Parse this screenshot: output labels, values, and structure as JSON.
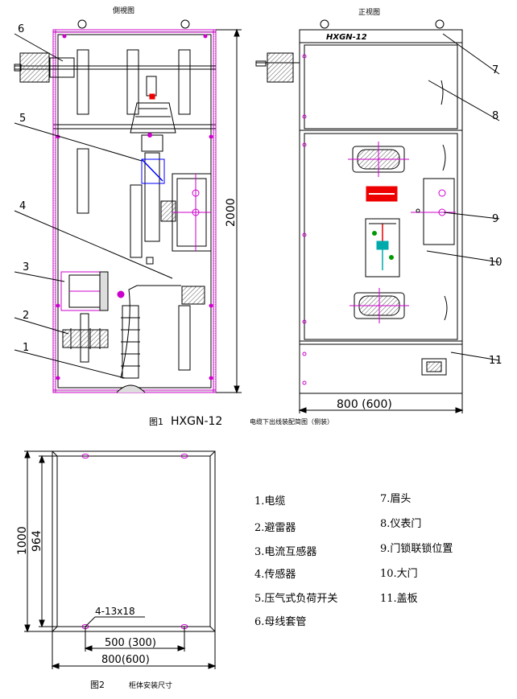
{
  "views": {
    "side_title": "側視图",
    "front_title": "正视图"
  },
  "dimensions": {
    "height": "2000",
    "cabinet_width": "800 (600)",
    "depth_outer": "1000",
    "depth_inner": "964",
    "hole_spec": "4-13x18",
    "hole_spacing": "500 (300)",
    "base_width": "800(600)"
  },
  "nameplate": "HXGN-12",
  "callouts": [
    "1",
    "2",
    "3",
    "4",
    "5",
    "6",
    "7",
    "8",
    "9",
    "10",
    "11"
  ],
  "captions": {
    "fig1_label": "图1",
    "fig1_model": "HXGN-12",
    "fig1_desc": "电缆下出线装配简图（侧装）",
    "fig2_label": "图2",
    "fig2_desc": "柜体安装尺寸"
  },
  "legend": {
    "left": [
      "1.电缆",
      "2.避雷器",
      "3.电流互感器",
      "4.传感器",
      "5.压气式负荷开关",
      "6.母线套管"
    ],
    "right": [
      "7.眉头",
      "8.仪表门",
      "9.门锁联锁位置",
      "10.大门",
      "11.盖板"
    ]
  },
  "colors": {
    "line": "#000000",
    "magenta": "#cc00cc",
    "blue": "#0000ff",
    "cyan": "#00aaaa",
    "red": "#ee0000",
    "green": "#009900",
    "orange": "#dd8800"
  }
}
